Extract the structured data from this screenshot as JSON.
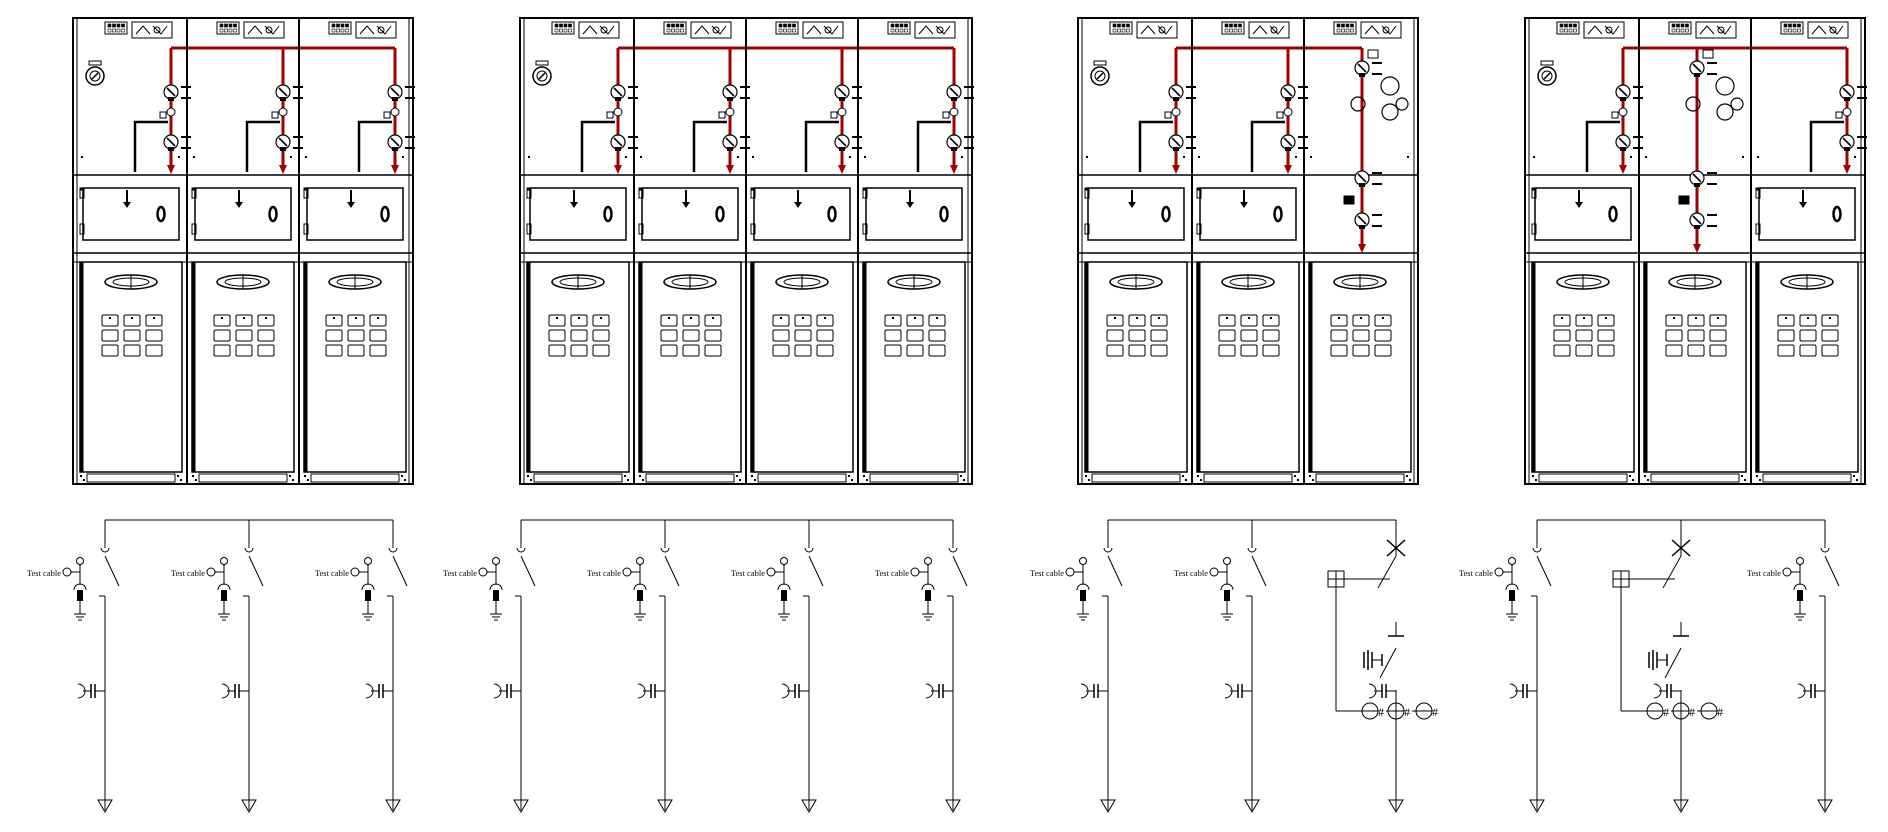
{
  "labels": {
    "test_cable": "Test cable"
  },
  "colors": {
    "background": "#ffffff",
    "line": "#000000",
    "busbar_live": "#a00000"
  },
  "units": [
    {
      "id": "unit-1",
      "cells": [
        "cable",
        "cable",
        "cable"
      ]
    },
    {
      "id": "unit-2",
      "cells": [
        "cable",
        "cable",
        "cable",
        "cable"
      ]
    },
    {
      "id": "unit-3",
      "cells": [
        "cable",
        "cable",
        "breaker"
      ]
    },
    {
      "id": "unit-4",
      "cells": [
        "cable",
        "breaker",
        "cable"
      ]
    }
  ]
}
